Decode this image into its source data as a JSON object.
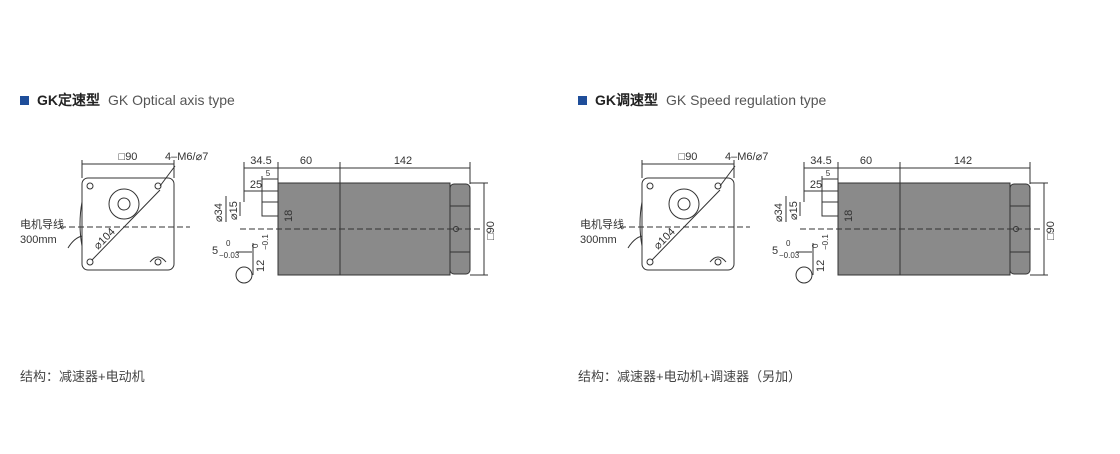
{
  "colors": {
    "bullet": "#1f4e9a",
    "motor_body": "#8a8a8a",
    "line": "#333333"
  },
  "sections": [
    {
      "title_bold": "GK定速型",
      "title_en": "GK Optical axis type",
      "caption": "结构：减速器+电动机",
      "labels": {
        "face_width": "□90",
        "bolt": "4–M6/⌀7",
        "lead_cn": "电机导线",
        "lead_len": "300mm",
        "pcd": "⌀104",
        "d34": "⌀34",
        "d15": "⌀15",
        "l18": "18",
        "key": "5",
        "key_tol_up": "0",
        "key_tol_dn": "−0.03",
        "key_h": "12",
        "key_h_up": "0",
        "key_h_dn": "−0.1",
        "l345": "34.5",
        "l60": "60",
        "l142": "142",
        "l25": "25",
        "l5": "5",
        "body_h": "□90"
      }
    },
    {
      "title_bold": "GK调速型",
      "title_en": "GK Speed regulation type",
      "caption": "结构：减速器+电动机+调速器（另加）",
      "labels": {
        "face_width": "□90",
        "bolt": "4–M6/⌀7",
        "lead_cn": "电机导线",
        "lead_len": "300mm",
        "pcd": "⌀104",
        "d34": "⌀34",
        "d15": "⌀15",
        "l18": "18",
        "key": "5",
        "key_tol_up": "0",
        "key_tol_dn": "−0.03",
        "key_h": "12",
        "key_h_up": "0",
        "key_h_dn": "−0.1",
        "l345": "34.5",
        "l60": "60",
        "l142": "142",
        "l25": "25",
        "l5": "5",
        "body_h": "□90"
      }
    }
  ]
}
